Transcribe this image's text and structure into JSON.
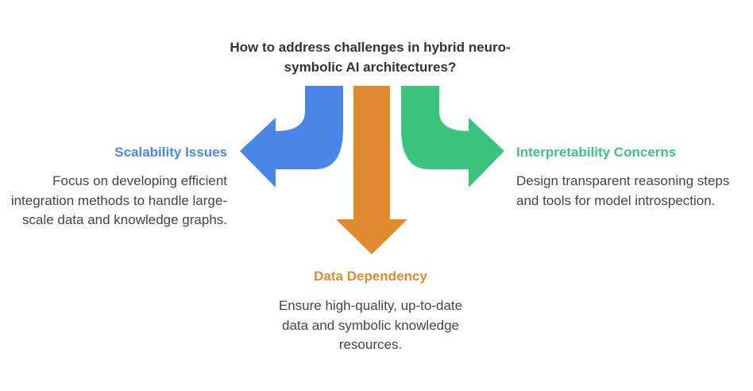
{
  "title": "How to address challenges in hybrid neuro-symbolic AI architectures?",
  "colors": {
    "scalability": "#4a86e8",
    "data_dependency": "#e08a30",
    "interpretability": "#3cc47f"
  },
  "branches": {
    "scalability": {
      "heading": "Scalability Issues",
      "description": "Focus on developing efficient integration methods to handle large-scale data and knowledge graphs."
    },
    "data_dependency": {
      "heading": "Data Dependency",
      "description": "Ensure high-quality, up-to-date data and symbolic knowledge resources."
    },
    "interpretability": {
      "heading": "Interpretability Concerns",
      "description": "Design transparent reasoning steps and tools for model introspection."
    }
  }
}
